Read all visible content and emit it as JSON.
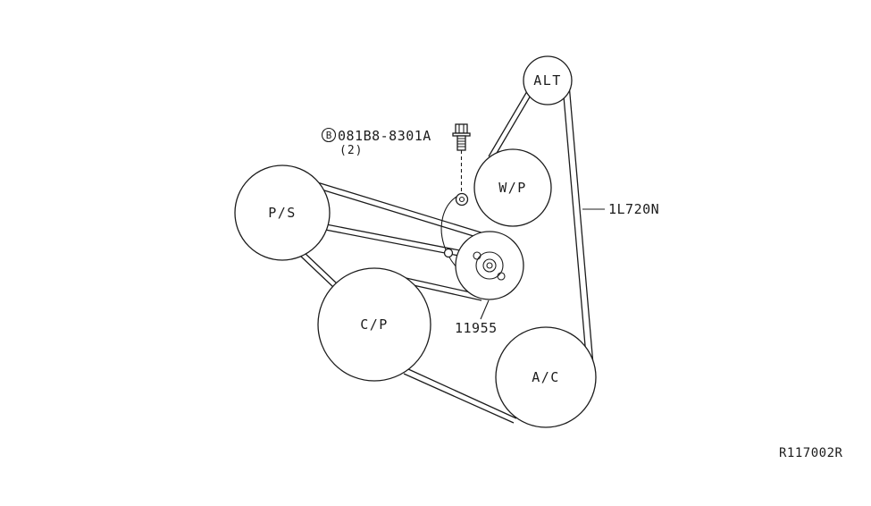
{
  "pulleys": {
    "alt": "ALT",
    "wp": "W/P",
    "ps": "P/S",
    "cp": "C/P",
    "ac": "A/C"
  },
  "parts": {
    "bolt_marker": "B",
    "bolt_number": "081B8-8301A",
    "bolt_qty": "(2)",
    "belt_number": "1L720N",
    "tensioner_number": "11955"
  },
  "footer": {
    "ref_code": "R117002R"
  },
  "colors": {
    "line": "#1c1c1c",
    "background": "#ffffff"
  }
}
